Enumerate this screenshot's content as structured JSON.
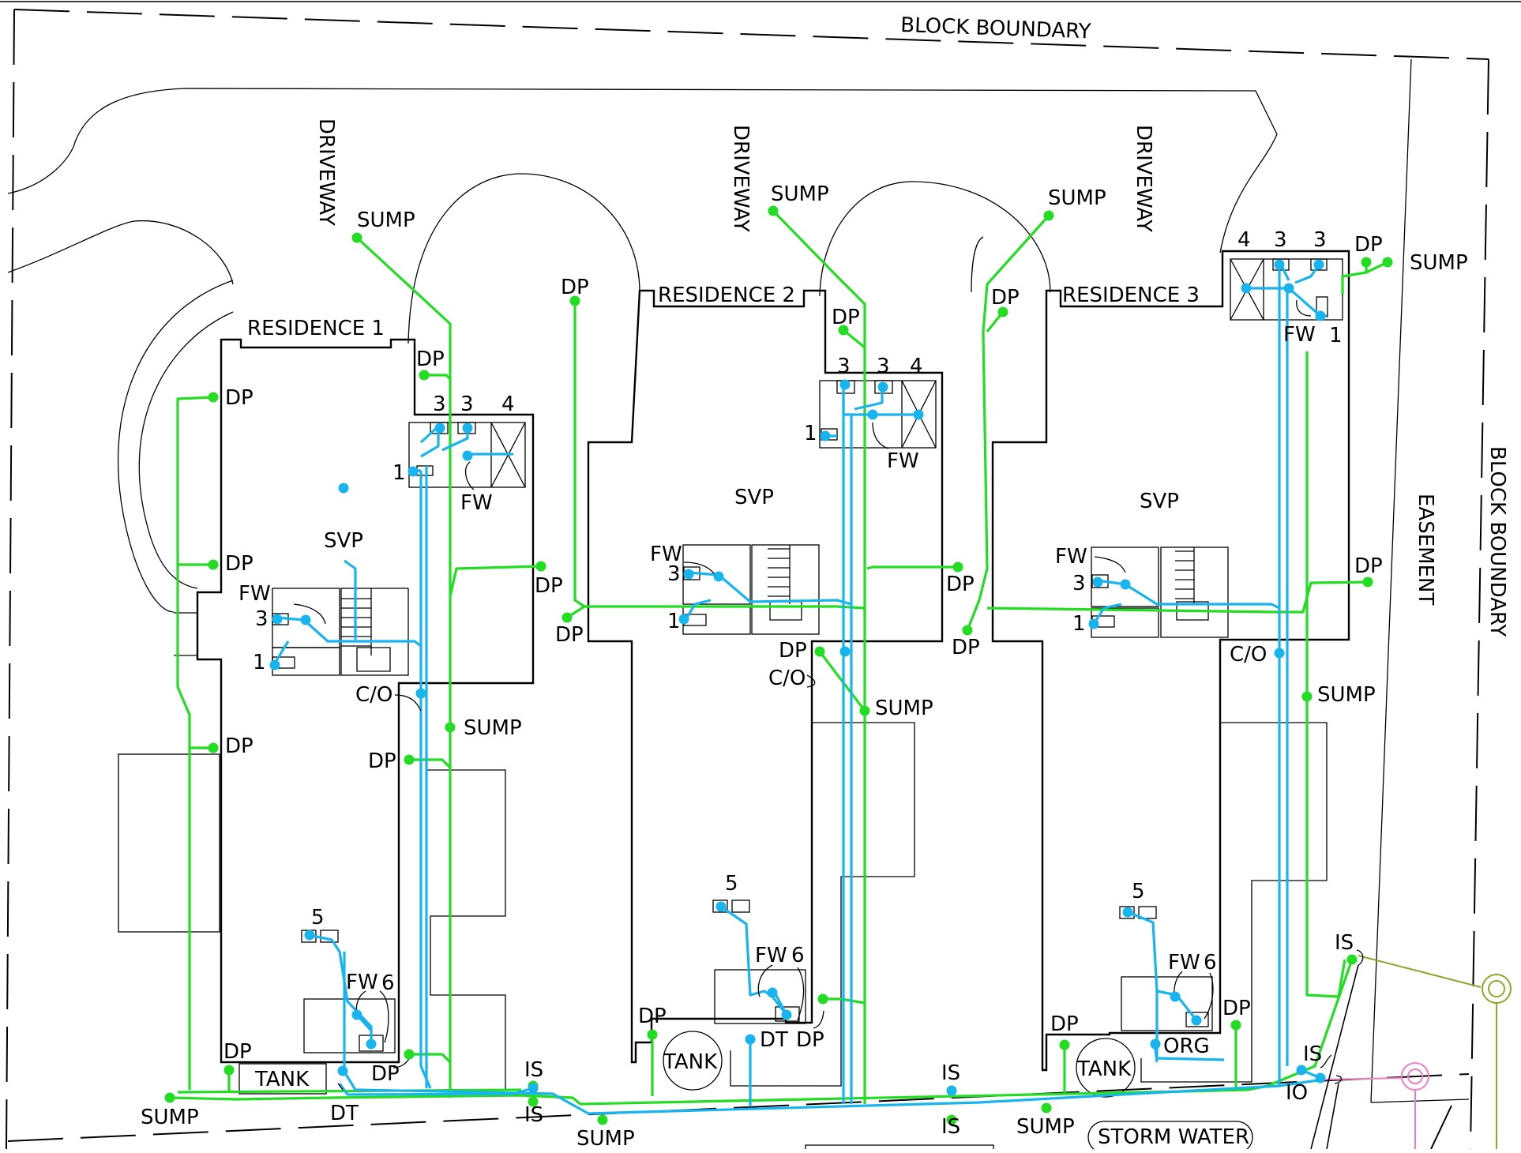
{
  "labels": {
    "block_boundary": "BLOCK BOUNDARY",
    "easement": "EASEMENT",
    "driveway": "DRIVEWAY",
    "residence_1": "RESIDENCE 1",
    "residence_2": "RESIDENCE 2",
    "residence_3": "RESIDENCE 3",
    "tank": "TANK",
    "storm_water": "STORM WATER",
    "sump": "SUMP",
    "dp": "DP",
    "svp": "SVP",
    "fw": "FW",
    "co": "C/O",
    "is": "IS",
    "io": "IO",
    "dt": "DT",
    "org": "ORG",
    "n1": "1",
    "n3": "3",
    "n4": "4",
    "n5": "5",
    "n6": "6"
  },
  "colors": {
    "stormwater": "#22dd22",
    "sewer": "#18b4ee",
    "stormwater_connection": "#8aa82a",
    "sewer_connection": "#ee7fbf",
    "linework": "#000000"
  }
}
